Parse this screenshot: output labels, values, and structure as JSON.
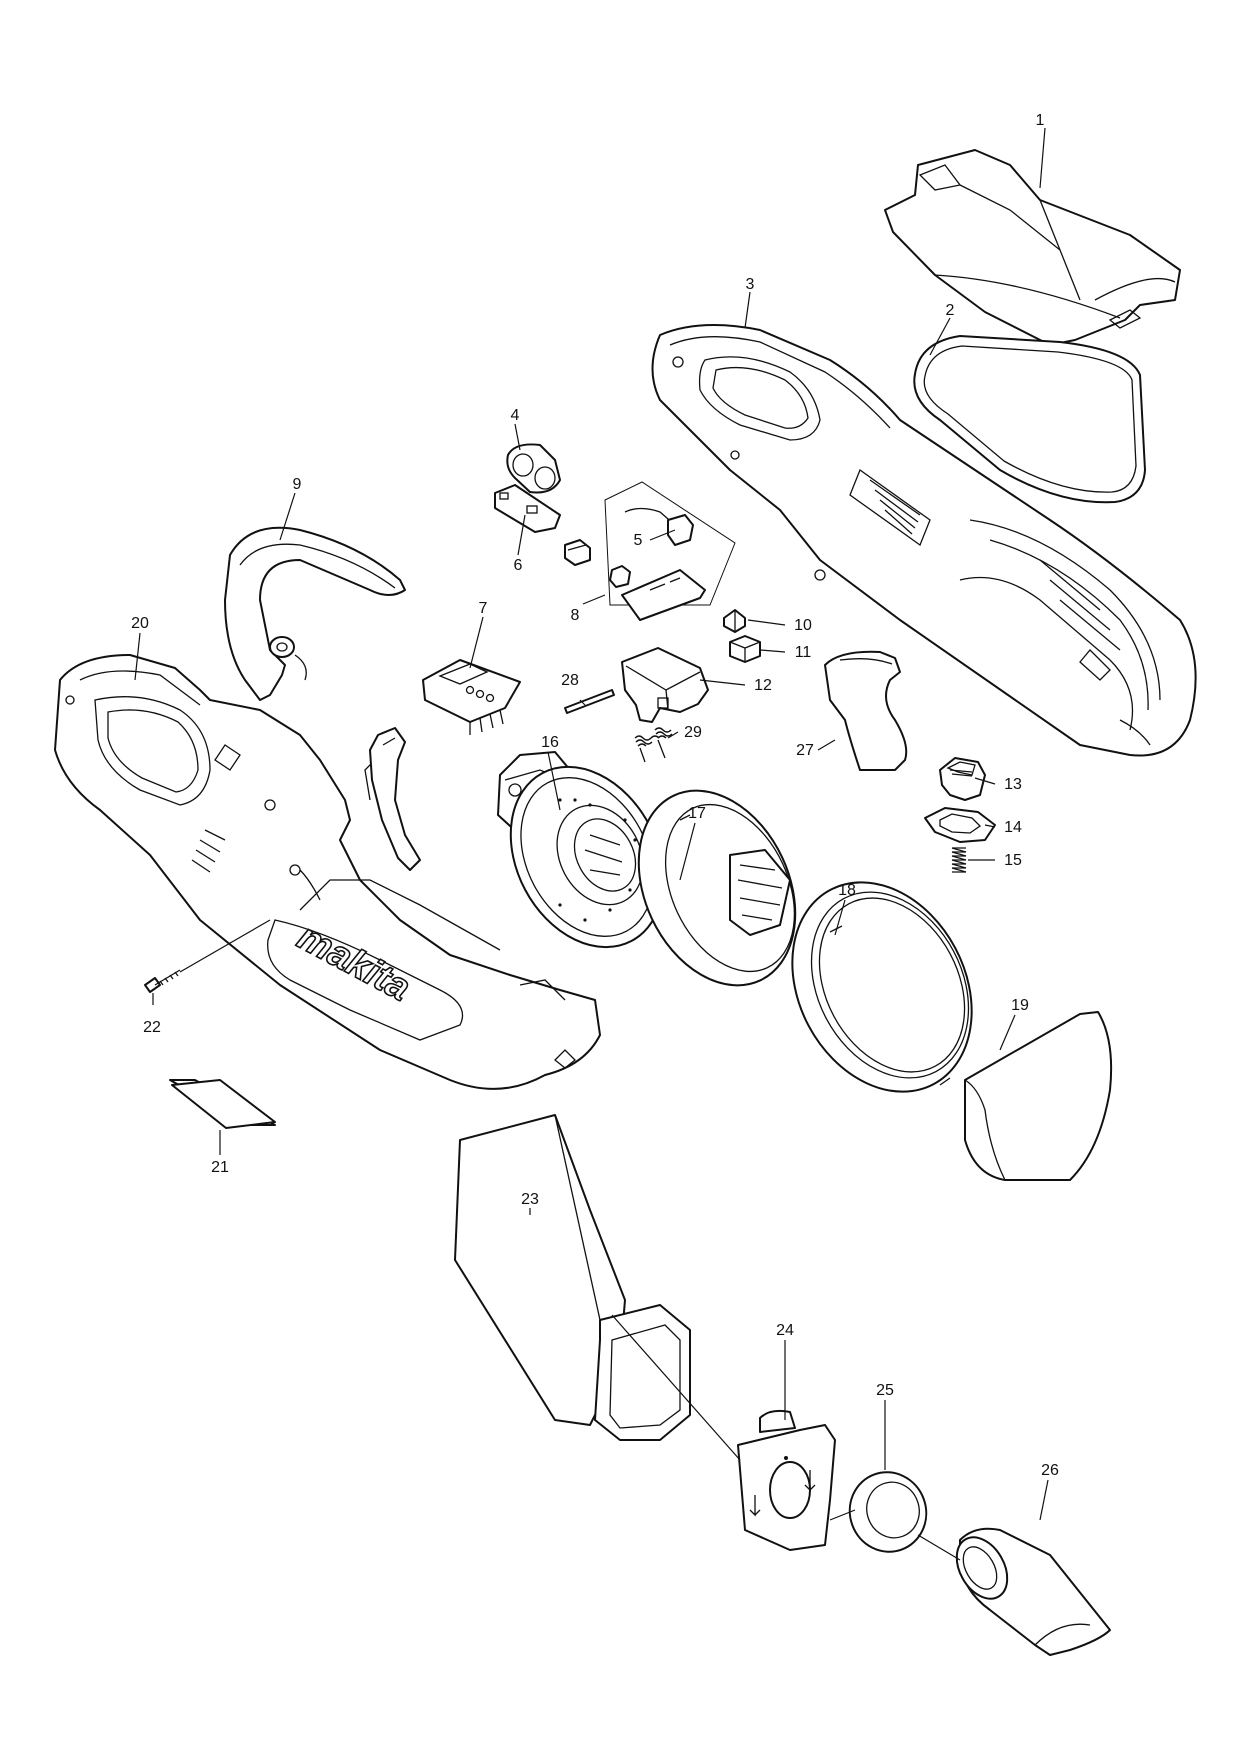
{
  "diagram": {
    "type": "exploded-parts-diagram",
    "brand_logo": "makita",
    "callouts": [
      {
        "id": "1",
        "label": "1"
      },
      {
        "id": "2",
        "label": "2"
      },
      {
        "id": "3",
        "label": "3"
      },
      {
        "id": "4",
        "label": "4"
      },
      {
        "id": "5",
        "label": "5"
      },
      {
        "id": "6",
        "label": "6"
      },
      {
        "id": "7",
        "label": "7"
      },
      {
        "id": "8",
        "label": "8"
      },
      {
        "id": "9",
        "label": "9"
      },
      {
        "id": "10",
        "label": "10"
      },
      {
        "id": "11",
        "label": "11"
      },
      {
        "id": "12",
        "label": "12"
      },
      {
        "id": "13",
        "label": "13"
      },
      {
        "id": "14",
        "label": "14"
      },
      {
        "id": "15",
        "label": "15"
      },
      {
        "id": "16",
        "label": "16"
      },
      {
        "id": "17",
        "label": "17"
      },
      {
        "id": "18",
        "label": "18"
      },
      {
        "id": "19",
        "label": "19"
      },
      {
        "id": "20",
        "label": "20"
      },
      {
        "id": "21",
        "label": "21"
      },
      {
        "id": "22",
        "label": "22"
      },
      {
        "id": "23",
        "label": "23"
      },
      {
        "id": "24",
        "label": "24"
      },
      {
        "id": "25",
        "label": "25"
      },
      {
        "id": "26",
        "label": "26"
      },
      {
        "id": "27",
        "label": "27"
      },
      {
        "id": "28",
        "label": "28"
      },
      {
        "id": "29",
        "label": "29"
      }
    ]
  }
}
